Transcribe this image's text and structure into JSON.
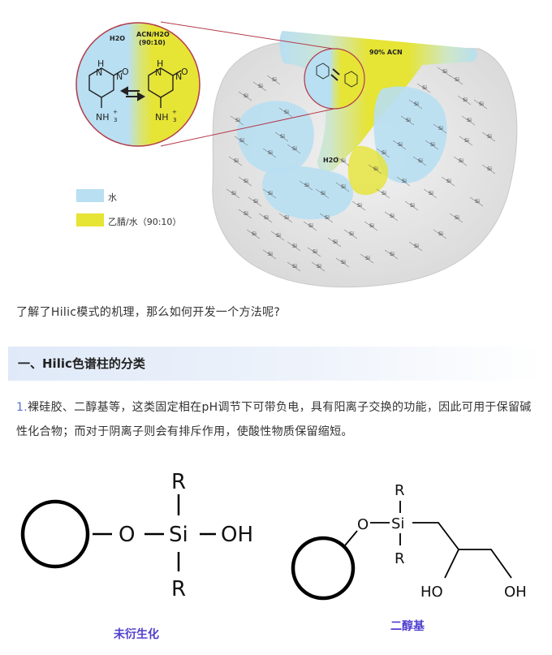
{
  "figure1": {
    "label_h2o": "H2O",
    "label_acn_h2o": "ACN/H2O",
    "label_ratio": "(90:10)",
    "label_acn_region": "90% ACN",
    "label_h2o_center": "H2O",
    "legend": [
      {
        "label": "水",
        "color": "#b8dff2"
      },
      {
        "label": "乙腈/水（90:10）",
        "color": "#e6e434"
      }
    ],
    "colors": {
      "water": "#b8dff2",
      "acn": "#e6e434",
      "silica": "#e2e2e2",
      "ring": "#b33a4a"
    }
  },
  "intro_text": "了解了Hilic模式的机理，那么如何开发一个方法呢?",
  "section_title": "一、Hilic色谱柱的分类",
  "para1": {
    "number": "1.",
    "text": "裸硅胶、二醇基等，这类固定相在pH调节下可带负电，具有阳离子交换的功能，因此可用于保留碱性化合物；而对于阴离子则会有排斥作用，使酸性物质保留缩短。"
  },
  "structure_left": {
    "r_top": "R",
    "o": "O",
    "si": "Si",
    "oh": "OH",
    "r_bottom": "R",
    "caption": "未衍生化"
  },
  "structure_right": {
    "o": "O",
    "si": "Si",
    "r_top": "R",
    "r_bottom": "R",
    "oh1": "HO",
    "oh2": "OH",
    "caption": "二醇基"
  }
}
